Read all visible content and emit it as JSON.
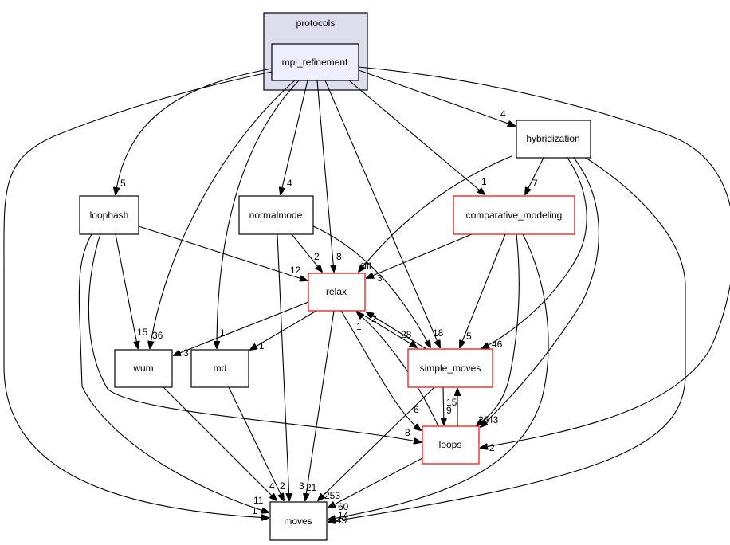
{
  "diagram": {
    "title": "mpi_refinement directory dependency graph",
    "cluster": {
      "id": "protocols",
      "label": "protocols"
    },
    "colors": {
      "cluster_fill": "#ddddee",
      "current_fill": "#eeeeff",
      "node_fill": "#ffffff",
      "node_border": "#000000",
      "truncated_border": "#ff0000",
      "edge": "#000000"
    },
    "nodes": [
      {
        "id": "mpi_refinement",
        "label": "mpi_refinement",
        "style": "current"
      },
      {
        "id": "hybridization",
        "label": "hybridization",
        "style": "normal"
      },
      {
        "id": "loophash",
        "label": "loophash",
        "style": "normal"
      },
      {
        "id": "normalmode",
        "label": "normalmode",
        "style": "normal"
      },
      {
        "id": "comparative_modeling",
        "label": "comparative_modeling",
        "style": "truncated"
      },
      {
        "id": "relax",
        "label": "relax",
        "style": "truncated"
      },
      {
        "id": "wum",
        "label": "wum",
        "style": "normal"
      },
      {
        "id": "md",
        "label": "md",
        "style": "normal"
      },
      {
        "id": "simple_moves",
        "label": "simple_moves",
        "style": "truncated"
      },
      {
        "id": "loops",
        "label": "loops",
        "style": "truncated"
      },
      {
        "id": "moves",
        "label": "moves",
        "style": "normal"
      }
    ],
    "edges": [
      {
        "from": "mpi_refinement",
        "to": "hybridization",
        "label": "4"
      },
      {
        "from": "mpi_refinement",
        "to": "loophash",
        "label": "5"
      },
      {
        "from": "mpi_refinement",
        "to": "normalmode",
        "label": "4"
      },
      {
        "from": "mpi_refinement",
        "to": "comparative_modeling",
        "label": "1"
      },
      {
        "from": "mpi_refinement",
        "to": "relax",
        "label": "8"
      },
      {
        "from": "mpi_refinement",
        "to": "wum",
        "label": "36"
      },
      {
        "from": "mpi_refinement",
        "to": "md",
        "label": "1"
      },
      {
        "from": "mpi_refinement",
        "to": "simple_moves",
        "label": "18"
      },
      {
        "from": "mpi_refinement",
        "to": "loops",
        "label": "2"
      },
      {
        "from": "mpi_refinement",
        "to": "moves",
        "label": "1"
      },
      {
        "from": "hybridization",
        "to": "comparative_modeling",
        "label": "7"
      },
      {
        "from": "hybridization",
        "to": "relax",
        "label": "3"
      },
      {
        "from": "hybridization",
        "to": "simple_moves",
        "label": "46"
      },
      {
        "from": "hybridization",
        "to": "loops",
        "label": "43"
      },
      {
        "from": "hybridization",
        "to": "moves",
        "label": "14"
      },
      {
        "from": "loophash",
        "to": "relax",
        "label": "12"
      },
      {
        "from": "loophash",
        "to": "wum",
        "label": "15"
      },
      {
        "from": "loophash",
        "to": "loops",
        "label": "8"
      },
      {
        "from": "loophash",
        "to": "moves",
        "label": "11"
      },
      {
        "from": "normalmode",
        "to": "relax",
        "label": "2"
      },
      {
        "from": "normalmode",
        "to": "simple_moves",
        "label": "11"
      },
      {
        "from": "normalmode",
        "to": "moves",
        "label": "3"
      },
      {
        "from": "comparative_modeling",
        "to": "relax",
        "label": "11"
      },
      {
        "from": "comparative_modeling",
        "to": "simple_moves",
        "label": "5"
      },
      {
        "from": "comparative_modeling",
        "to": "loops",
        "label": "26"
      },
      {
        "from": "comparative_modeling",
        "to": "moves",
        "label": "49"
      },
      {
        "from": "relax",
        "to": "wum",
        "label": "3"
      },
      {
        "from": "relax",
        "to": "md",
        "label": "1"
      },
      {
        "from": "relax",
        "to": "simple_moves",
        "label": "28"
      },
      {
        "from": "relax",
        "to": "loops",
        "label": "6"
      },
      {
        "from": "relax",
        "to": "moves",
        "label": "21"
      },
      {
        "from": "simple_moves",
        "to": "relax",
        "label": "2"
      },
      {
        "from": "simple_moves",
        "to": "loops",
        "label": "9"
      },
      {
        "from": "simple_moves",
        "to": "moves",
        "label": "253"
      },
      {
        "from": "loops",
        "to": "relax",
        "label": "1"
      },
      {
        "from": "loops",
        "to": "simple_moves",
        "label": "15"
      },
      {
        "from": "loops",
        "to": "moves",
        "label": "60"
      },
      {
        "from": "wum",
        "to": "moves",
        "label": "4"
      },
      {
        "from": "md",
        "to": "moves",
        "label": "2"
      }
    ]
  }
}
